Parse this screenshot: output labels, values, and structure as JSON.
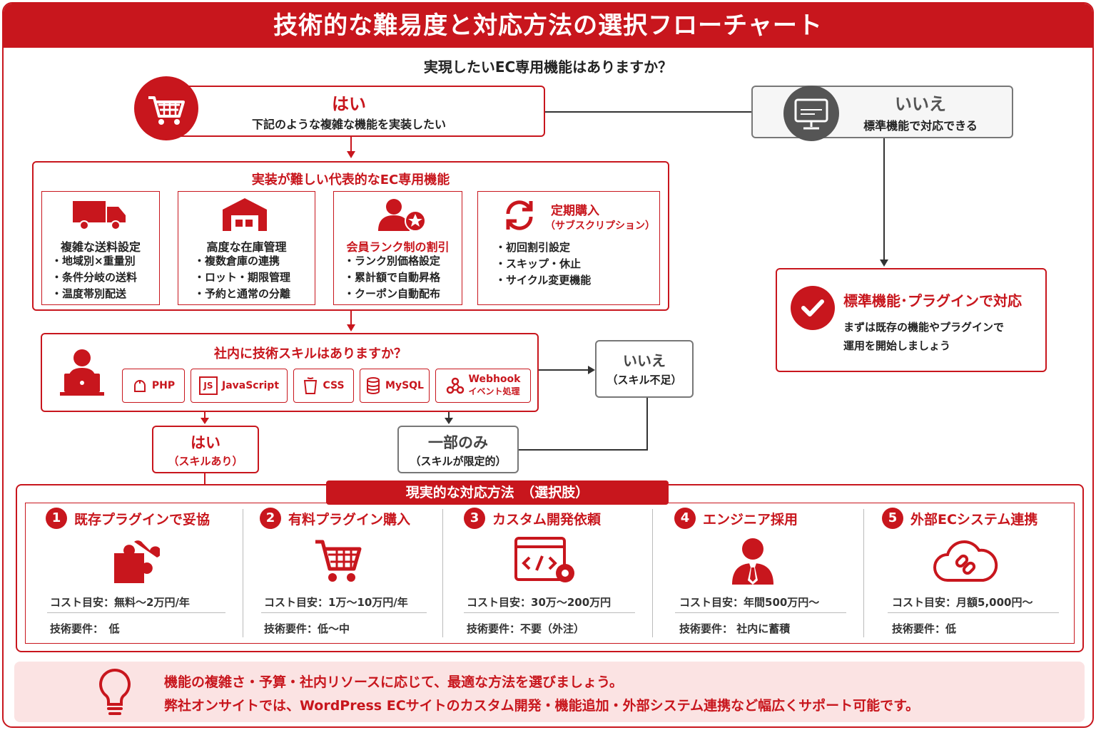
{
  "title": "技術的な難易度と対応方法の選択フローチャート",
  "question_main": "実現したいEC専用機能はありますか？",
  "yes_box": {
    "label": "はい",
    "desc": "下記のような複雑な機能を実装したい"
  },
  "no_box": {
    "label": "いいえ",
    "desc": "標準機能で対応できる"
  },
  "standard_box": {
    "title": "標準機能･プラグインで対応",
    "line1": "まずは既存の機能やプラグインで",
    "line2": "運用を開始しましょう"
  },
  "features": {
    "heading": "実装が難しい代表的なEC専用機能",
    "items": [
      {
        "title": "複雑な送料設定",
        "bullets": [
          "・地域別×重量別",
          "・条件分岐の送料",
          "・温度帯別配送"
        ],
        "icon": "truck-icon"
      },
      {
        "title": "高度な在庫管理",
        "bullets": [
          "・複数倉庫の連携",
          "・ロット・期限管理",
          "・予約と通常の分離"
        ],
        "icon": "warehouse-icon"
      },
      {
        "title": "会員ランク制の割引",
        "bullets": [
          "・ランク別価格設定",
          "・累計額で自動昇格",
          "・クーポン自動配布"
        ],
        "icon": "member-star-icon"
      },
      {
        "title": "定期購入",
        "subtitle": "（サブスクリプション）",
        "bullets": [
          "・初回割引設定",
          "・スキップ・休止",
          "・サイクル変更機能"
        ],
        "icon": "refresh-icon"
      }
    ]
  },
  "skill": {
    "question": "社内に技術スキルはありますか？",
    "chips": [
      "PHP",
      "JavaScript",
      "CSS",
      "MySQL"
    ],
    "webhook": {
      "line1": "Webhook",
      "line2": "イベント処理"
    },
    "js_badge": "JS",
    "yes": {
      "label": "はい",
      "sub": "（スキルあり）"
    },
    "partial": {
      "label": "一部のみ",
      "sub": "（スキルが限定的）"
    },
    "no": {
      "label": "いいえ",
      "sub": "（スキル不足）"
    }
  },
  "options": {
    "heading": "現実的な対応方法　（選択肢）",
    "items": [
      {
        "num": "1",
        "title": "既存プラグインで妥協",
        "cost": "コスト目安：無料〜2万円/年",
        "req": "技術要件：　低",
        "icon": "puzzle-icon"
      },
      {
        "num": "2",
        "title": "有料プラグイン購入",
        "cost": "コスト目安：1万〜10万円/年",
        "req": "技術要件：低〜中",
        "icon": "cart-icon"
      },
      {
        "num": "3",
        "title": "カスタム開発依頼",
        "cost": "コスト目安：30万〜200万円",
        "req": "技術要件：不要（外注）",
        "icon": "code-gear-icon"
      },
      {
        "num": "4",
        "title": "エンジニア採用",
        "cost": "コスト目安：年間500万円〜",
        "req": "技術要件：  社内に蓄積",
        "icon": "engineer-icon"
      },
      {
        "num": "5",
        "title": "外部ECシステム連携",
        "cost": "コスト目安：月額5,000円〜",
        "req": "技術要件：低",
        "icon": "cloud-link-icon"
      }
    ]
  },
  "footer": {
    "line1": "機能の複雑さ・予算・社内リソースに応じて、最適な方法を選びましょう。",
    "line2": "弊社オンサイトでは、WordPress ECサイトのカスタム開発・機能追加・外部システム連携など幅広くサポート可能です。"
  },
  "colors": {
    "accent": "#c8161d",
    "gray": "#555555",
    "footer_bg": "#fbe3e3"
  }
}
